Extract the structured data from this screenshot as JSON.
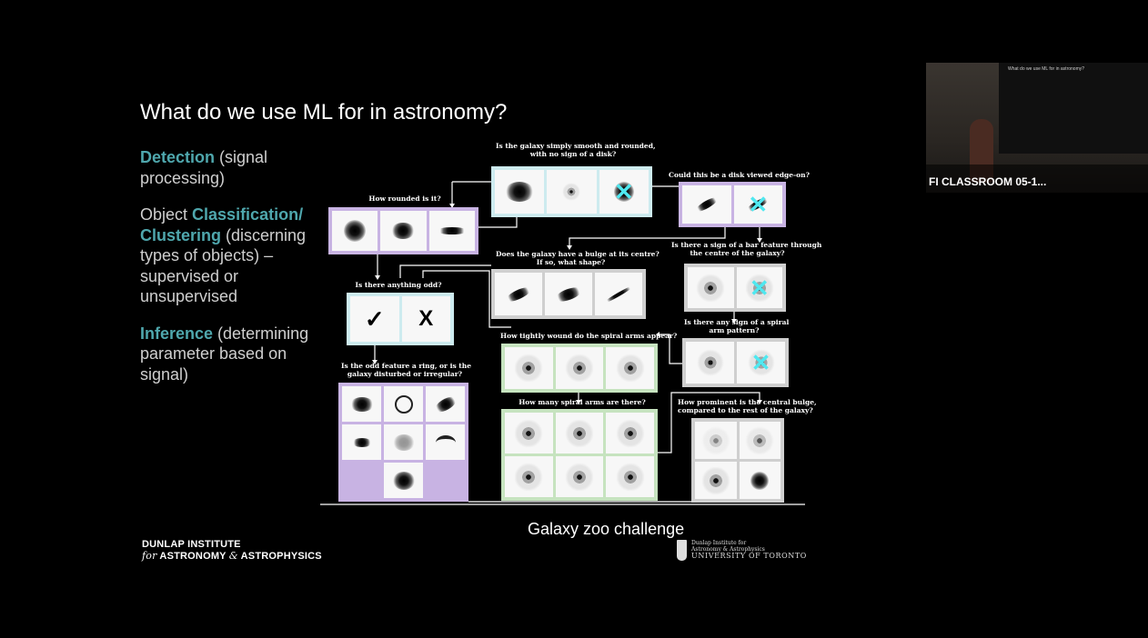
{
  "slide": {
    "title": "What do we use ML for in astronomy?",
    "bullets": [
      {
        "highlight": "Detection",
        "rest": " (signal processing)"
      },
      {
        "prefix": "Object ",
        "highlight": "Classification/ Clustering",
        "rest": " (discerning types of objects) – supervised or unsupervised"
      },
      {
        "highlight": "Inference",
        "rest": " (determining parameter based on signal)"
      }
    ],
    "caption": "Galaxy zoo challenge",
    "logo_left": {
      "line1": "DUNLAP INSTITUTE",
      "line2_italic": "for",
      "line2": "ASTRONOMY",
      "amp": "&",
      "line2b": "ASTROPHYSICS"
    },
    "logo_right": {
      "line1": "Dunlap Institute for",
      "line2": "Astronomy & Astrophysics",
      "line3": "UNIVERSITY OF TORONTO"
    }
  },
  "flowchart": {
    "questions": {
      "q1": "Is the galaxy simply smooth and rounded,\nwith no sign of a disk?",
      "q2": "How rounded is it?",
      "q3": "Could this be a disk viewed edge-on?",
      "q4": "Does the galaxy have a bulge at its centre?\nIf so, what shape?",
      "q5": "Is there a sign of a bar feature through\nthe centre of the galaxy?",
      "q6": "Is there anything odd?",
      "q7": "Is there any sign of a spiral\narm pattern?",
      "q8": "How tightly wound do the spiral arms appear?",
      "q9": "Is the odd feature a ring, or is the\ngalaxy disturbed or irregular?",
      "q10": "How many spiral arms are there?",
      "q11": "How prominent is the central bulge,\ncompared to the rest of the galaxy?"
    },
    "answer_yes": "✓",
    "answer_no": "X",
    "colors": {
      "teal": "#cdebef",
      "purple": "#c8b3e3",
      "green": "#c6e3bf",
      "grey": "#cfcfcf",
      "cyan_cross": "#4fe8f0"
    }
  },
  "video": {
    "label": "FI CLASSROOM 05-1...",
    "screen_title": "What do we use ML for in astronomy?"
  }
}
